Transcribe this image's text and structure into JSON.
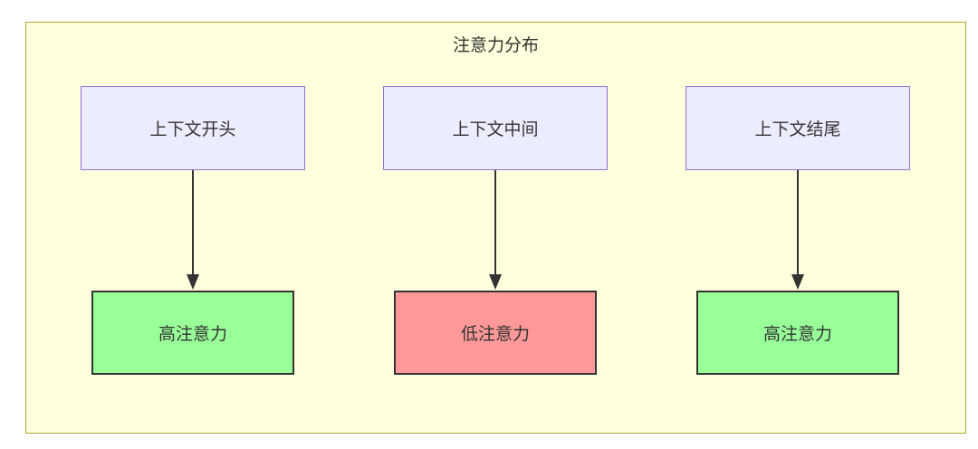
{
  "diagram": {
    "title": "注意力分布",
    "columns": [
      {
        "source_label": "上下文开头",
        "target_label": "高注意力",
        "attention_level": "high"
      },
      {
        "source_label": "上下文中间",
        "target_label": "低注意力",
        "attention_level": "low"
      },
      {
        "source_label": "上下文结尾",
        "target_label": "高注意力",
        "attention_level": "high"
      }
    ],
    "colors": {
      "container_fill": "#ffffde",
      "container_border": "#aaaa33",
      "source_fill": "#ececff",
      "source_border": "#9370db",
      "high_attention_fill": "#99ff99",
      "low_attention_fill": "#ff9999",
      "target_border": "#333333",
      "arrow": "#333333",
      "text": "#333333"
    }
  }
}
